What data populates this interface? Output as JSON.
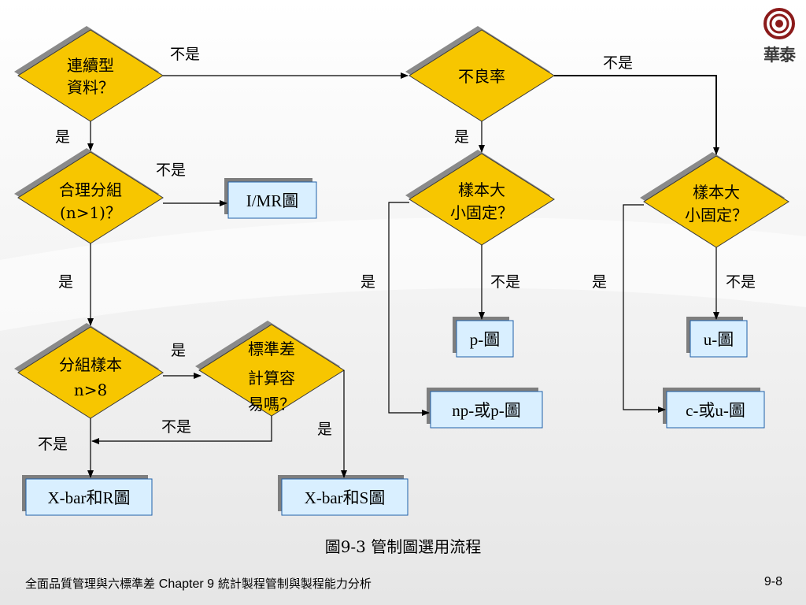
{
  "logo": {
    "name": "華泰"
  },
  "decisions": {
    "continuous": {
      "lines": [
        "連續型",
        "資料？"
      ]
    },
    "defect_rate": {
      "lines": [
        "不良率"
      ]
    },
    "subgroup": {
      "lines": [
        "合理分組",
        "(n>1)？"
      ]
    },
    "sample_const_left": {
      "lines": [
        "樣本大",
        "小固定？"
      ]
    },
    "sample_const_right": {
      "lines": [
        "樣本大",
        "小固定？"
      ]
    },
    "subgroup_sample": {
      "lines": [
        "分組樣本",
        "n>8"
      ]
    },
    "std_calc": {
      "lines": [
        "標準差",
        "計算容",
        "易嗎？"
      ]
    }
  },
  "results": {
    "imr": "I/MR圖",
    "p": "p-圖",
    "u": "u-圖",
    "np_or_p": "np-或p-圖",
    "c_or_u": "c-或u-圖",
    "xbar_r": "X-bar和R圖",
    "xbar_s": "X-bar和S圖"
  },
  "edge_labels": {
    "yes": "是",
    "no": "不是"
  },
  "caption": "圖9-3  管制圖選用流程",
  "footer": {
    "book": "全面品質管理與六標準差",
    "chapter": "Chapter 9",
    "chapter_title": "統計製程管制與製程能力分析",
    "page": "9-8"
  }
}
